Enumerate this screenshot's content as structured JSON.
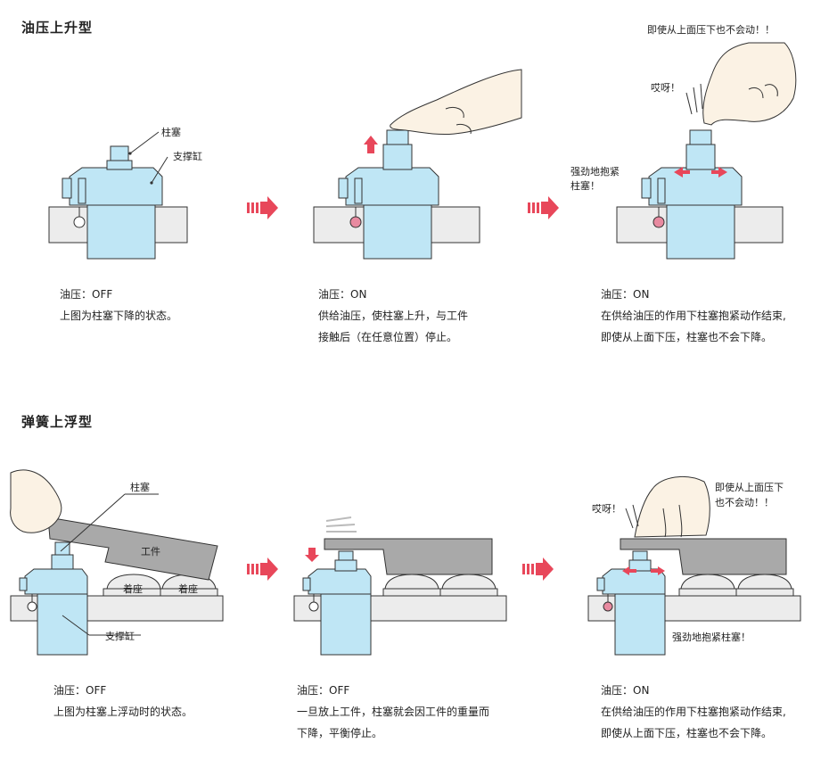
{
  "sections": [
    {
      "title": "油压上升型",
      "panels": [
        {
          "caption_lines": [
            "油压：OFF",
            "上图为柱塞下降的状态。"
          ]
        },
        {
          "caption_lines": [
            "油压：ON",
            "供给油压，使柱塞上升，与工件",
            "接触后（在任意位置）停止。"
          ]
        },
        {
          "caption_lines": [
            "油压：ON",
            "在供给油压的作用下柱塞抱紧动作结束,",
            "即使从上面下压，柱塞也不会下降。"
          ]
        }
      ],
      "labels": {
        "plunger": "柱塞",
        "support_cylinder": "支撑缸",
        "shout_top": "即使从上面压下也不会动！！",
        "ouch": "哎呀！",
        "clamp_line1": "强劲地抱紧",
        "clamp_line2": "柱塞！"
      }
    },
    {
      "title": "弹簧上浮型",
      "panels": [
        {
          "caption_lines": [
            "油压：OFF",
            "上图为柱塞上浮动时的状态。"
          ]
        },
        {
          "caption_lines": [
            "油压：OFF",
            "一旦放上工件，柱塞就会因工件的重量而",
            "下降，平衡停止。"
          ]
        },
        {
          "caption_lines": [
            "油压：ON",
            "在供给油压的作用下柱塞抱紧动作结束,",
            "即使从上面下压，柱塞也不会下降。"
          ]
        }
      ],
      "labels": {
        "plunger": "柱塞",
        "workpiece": "工件",
        "seat": "着座",
        "support_cylinder": "支撑缸",
        "ouch": "哎呀！",
        "shout_line1": "即使从上面压下",
        "shout_line2": "也不会动！！",
        "clamp_bottom": "强劲地抱紧柱塞！"
      }
    }
  ],
  "colors": {
    "cylinder_blue": "#bfe6f5",
    "outline": "#333333",
    "base_grey": "#ececec",
    "workpiece_grey": "#a9a9a9",
    "arrow_red": "#e8475a",
    "skin": "#fbf2e4"
  }
}
